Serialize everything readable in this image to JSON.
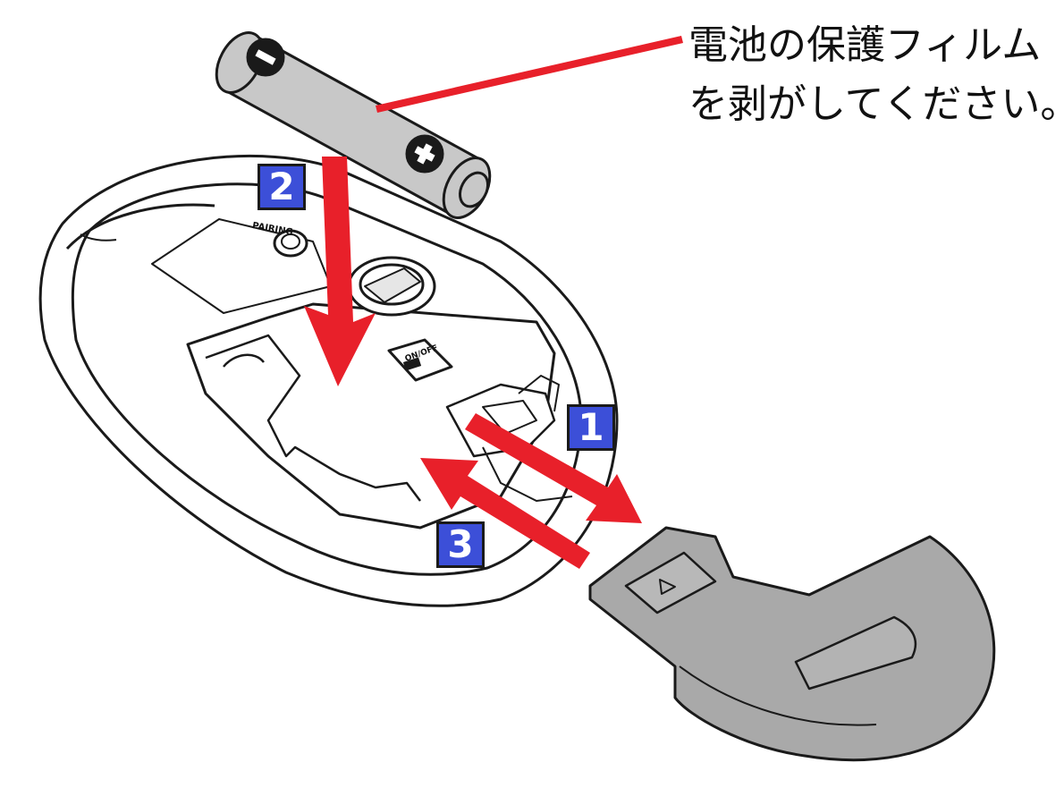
{
  "caption": {
    "line1": "電池の保護フィルム",
    "line2": "を剥がしてください。"
  },
  "labels": {
    "pairing": "PAIRING",
    "on_off": "ON/OFF"
  },
  "steps": [
    {
      "number": "1"
    },
    {
      "number": "2"
    },
    {
      "number": "3"
    }
  ],
  "colors": {
    "arrow": "#e8202a",
    "badge": "#3c4fd8",
    "battery": "#c8c8c8",
    "cover": "#a9a9a9",
    "outline": "#1a1a1a"
  }
}
